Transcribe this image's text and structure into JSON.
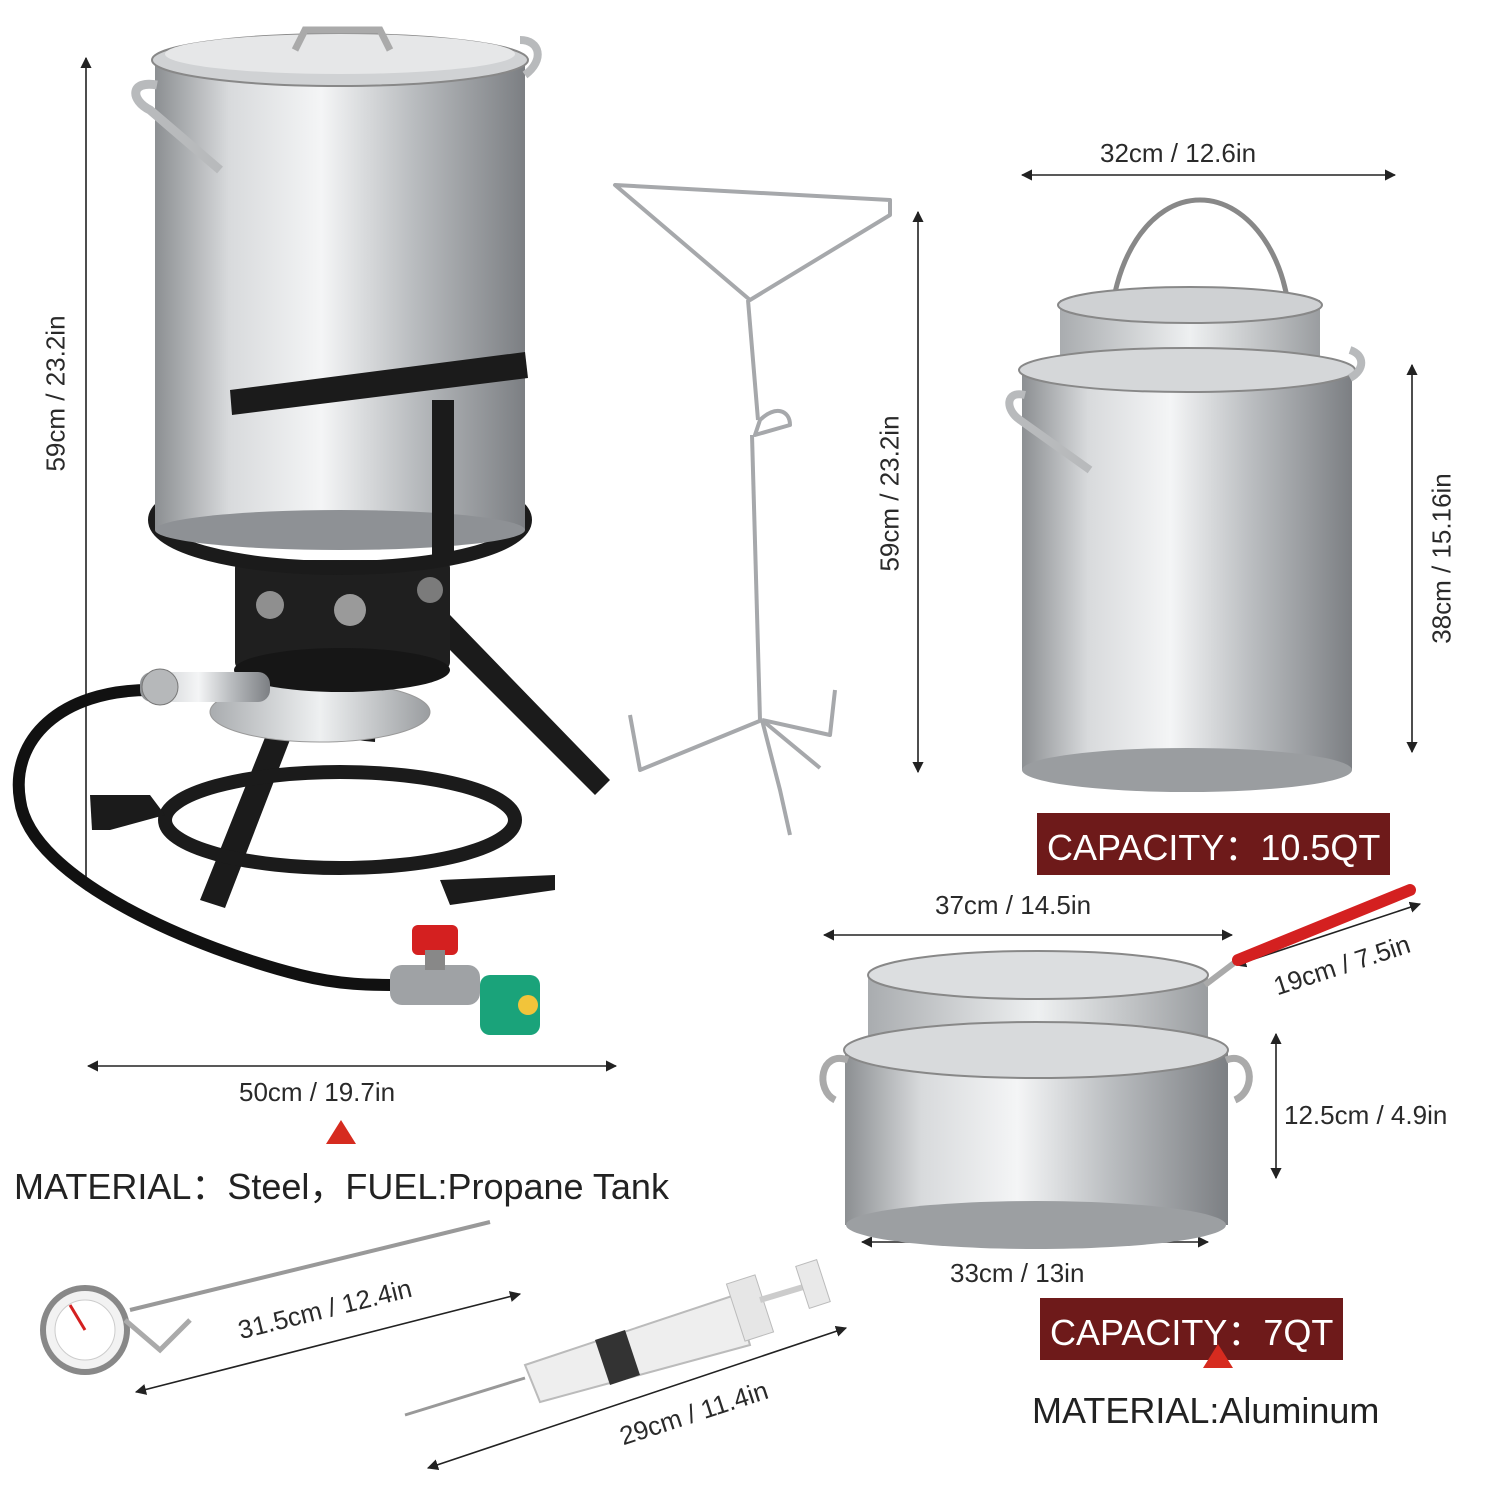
{
  "dimensions": {
    "fryer_height": "59cm / 23.2in",
    "fryer_width": "50cm / 19.7in",
    "hanger_height": "59cm / 23.2in",
    "stockpot_width": "32cm / 12.6in",
    "stockpot_height": "38cm / 15.16in",
    "fry_basket_width": "37cm / 14.5in",
    "fry_handle_length": "19cm / 7.5in",
    "fry_pot_height": "12.5cm / 4.9in",
    "fry_pot_width": "33cm / 13in",
    "thermometer_length": "31.5cm / 12.4in",
    "injector_length": "29cm / 11.4in"
  },
  "capacity": {
    "stockpot": "CAPACITY：10.5QT",
    "fry_pot": "CAPACITY：7QT"
  },
  "materials": {
    "burner": "MATERIAL：Steel，FUEL:Propane Tank",
    "pots": "MATERIAL:Aluminum"
  },
  "colors": {
    "capacity_badge": "#6e1a1a",
    "marker": "#d62b1f",
    "handle": "#d42020",
    "regulator": "#1aa37a"
  }
}
